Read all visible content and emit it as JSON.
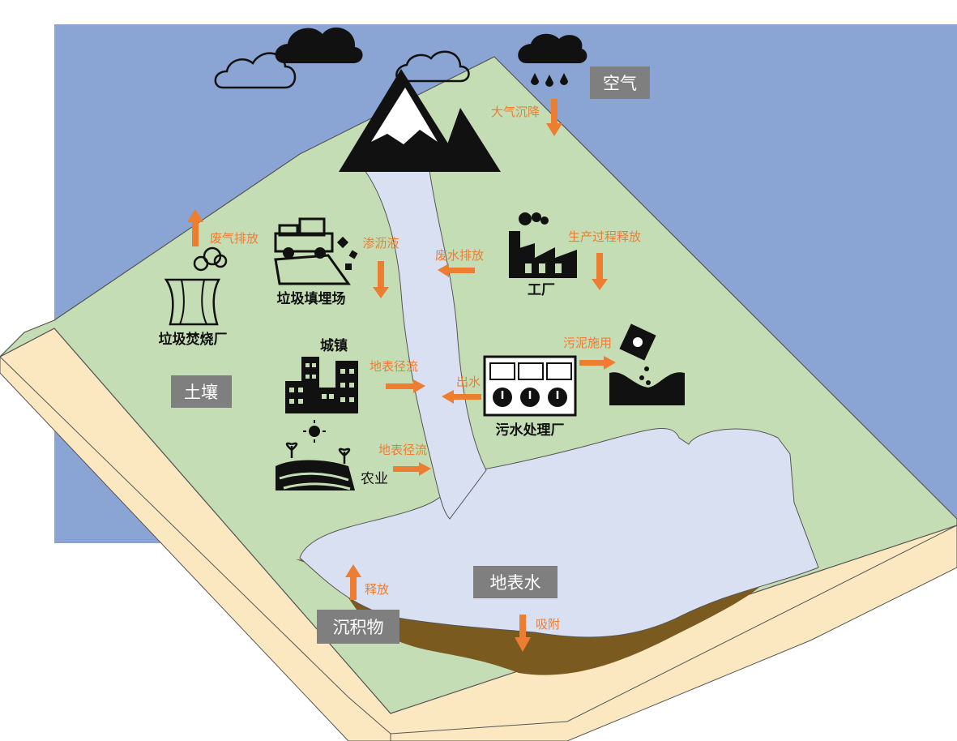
{
  "colors": {
    "sky": "#8AA4D4",
    "land": "#C5DDB5",
    "sand": "#FBE8C0",
    "water": "#D8E0F2",
    "sediment": "#7A5A1E",
    "arrow": "#ED7D31",
    "box": "#7F7F7F"
  },
  "boxes": {
    "air": "空气",
    "soil": "土壤",
    "surface_water": "地表水",
    "sediment": "沉积物"
  },
  "icons": {
    "incinerator": "垃圾焚烧厂",
    "landfill": "垃圾填埋场",
    "factory": "工厂",
    "town": "城镇",
    "wwtp": "污水处理厂",
    "agriculture": "农业"
  },
  "flows": {
    "atmospheric_deposition": "大气沉降",
    "exhaust_emission": "废气排放",
    "leachate": "渗沥液",
    "wastewater_discharge": "废水排放",
    "production_release": "生产过程释放",
    "sludge_application": "污泥施用",
    "runoff_town": "地表径流",
    "effluent": "出水",
    "runoff_agri": "地表径流",
    "release": "释放",
    "adsorption": "吸附"
  }
}
